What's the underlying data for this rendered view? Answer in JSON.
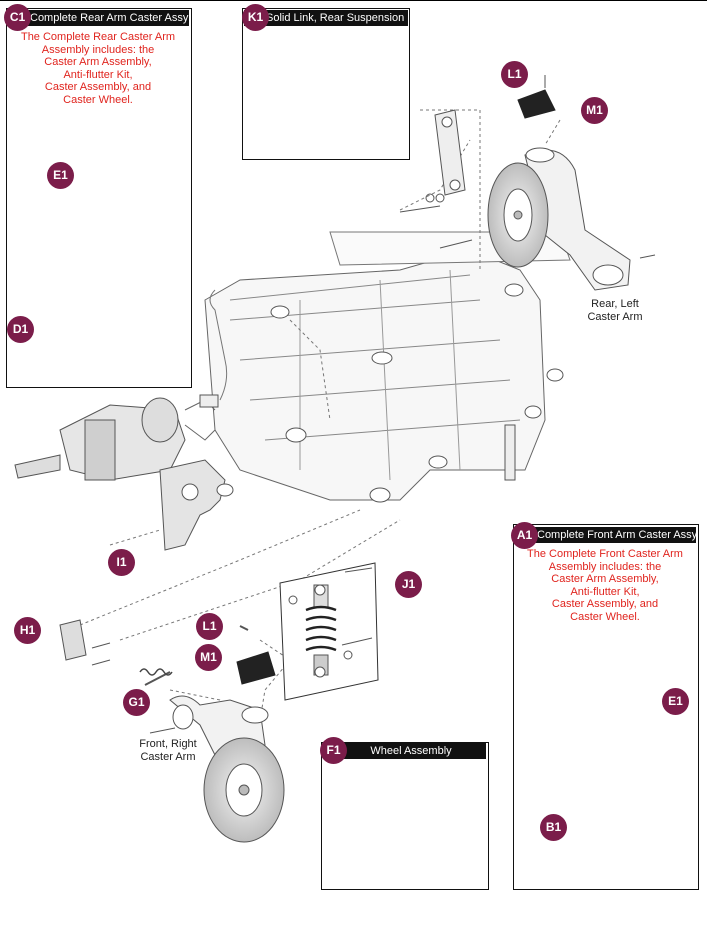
{
  "callouts": {
    "c1": {
      "id": "C1",
      "title": "Complete Rear Arm Caster Assy",
      "description": [
        "The Complete Rear Caster Arm",
        "Assembly includes: the",
        "Caster Arm Assembly,",
        "Anti-flutter Kit,",
        "Caster Assembly, and",
        "Caster Wheel."
      ]
    },
    "k1": {
      "id": "K1",
      "title": "Solid Link, Rear Suspension"
    },
    "a1": {
      "id": "A1",
      "title": "Complete Front Arm Caster Assy",
      "description": [
        "The Complete Front Caster Arm",
        "Assembly includes: the",
        "Caster Arm Assembly,",
        "Anti-flutter Kit,",
        "Caster Assembly, and",
        "Caster Wheel."
      ]
    },
    "f1": {
      "id": "F1",
      "title": "Wheel Assembly"
    }
  },
  "badges": {
    "e1_rear": "E1",
    "d1": "D1",
    "l1_top": "L1",
    "m1_top": "M1",
    "i1": "I1",
    "j1": "J1",
    "h1": "H1",
    "l1_bottom": "L1",
    "m1_bottom": "M1",
    "g1": "G1",
    "e1_front": "E1",
    "b1": "B1"
  },
  "captions": {
    "rear_left": [
      "Rear, Left",
      "Caster Arm"
    ],
    "front_right": [
      "Front, Right",
      "Caster Arm"
    ]
  },
  "colors": {
    "badge": "#7b1d4a",
    "description_text": "#e0241e",
    "header_bg": "#111111"
  }
}
